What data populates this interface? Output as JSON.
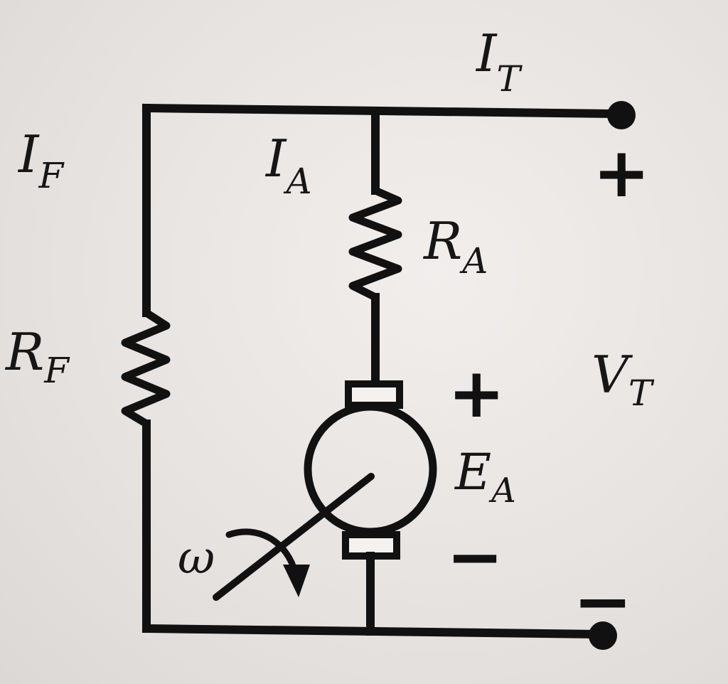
{
  "labels": {
    "IT": {
      "main": "I",
      "sub": "T"
    },
    "IF": {
      "main": "I",
      "sub": "F"
    },
    "IA": {
      "main": "I",
      "sub": "A"
    },
    "RA": {
      "main": "R",
      "sub": "A"
    },
    "RF": {
      "main": "R",
      "sub": "F"
    },
    "VT": {
      "main": "V",
      "sub": "T"
    },
    "EA": {
      "main": "E",
      "sub": "A"
    },
    "omega": "ω"
  },
  "signs": {
    "terminal_plus": "+",
    "terminal_minus": "−",
    "ea_plus": "+",
    "ea_minus": "−"
  },
  "colors": {
    "ink": "#111111",
    "paper": "#e8e4e2"
  }
}
